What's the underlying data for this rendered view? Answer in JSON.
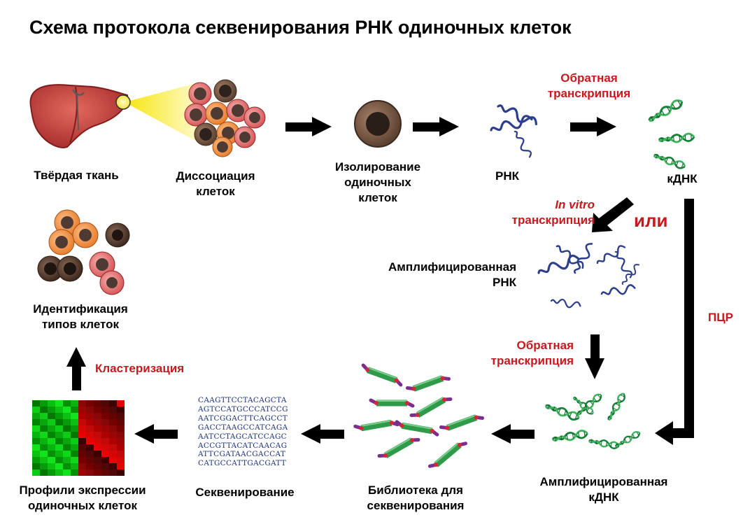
{
  "title": "Схема протокола секвенирования РНК одиночных клеток",
  "steps": {
    "solid_tissue": "Твёрдая ткань",
    "dissociation": [
      "Диссоциация",
      "клеток"
    ],
    "isolation": [
      "Изолирование",
      "одиночных",
      "клеток"
    ],
    "rna": "РНК",
    "cdna": "кДНК",
    "amplified_rna": [
      "Амплифицированная",
      "РНК"
    ],
    "amplified_cdna": [
      "Амплифицированная",
      "кДНК"
    ],
    "library": [
      "Библиотека для",
      "секвенирования"
    ],
    "sequencing": "Секвенирование",
    "profiles": [
      "Профили экспрессии",
      "одиночных клеток"
    ],
    "identification": [
      "Идентификация",
      "типов клеток"
    ]
  },
  "arrow_labels": {
    "reverse_transcription_top": [
      "Обратная",
      "транскрипция"
    ],
    "in_vitro": "In vitro",
    "in_vitro_transcription": "транскрипция",
    "or": "или",
    "pcr": "ПЦР",
    "reverse_transcription_mid": [
      "Обратная",
      "транскрипция"
    ],
    "clustering": "Кластеризация"
  },
  "sequence_lines": [
    "CAAGTTCCTACAGCTA",
    "AGTCCATGCCCATCCG",
    "AATCGGACTTCAGCCT",
    "GACCTAAGCCATCAGA",
    "AATCCTAGCATCCAGC",
    "ACCGTTACATCAACAG",
    "ATTCGATAACGACCAT",
    "CATGCCATTGACGATT"
  ],
  "colors": {
    "accent_red": "#c8181e",
    "arrow": "#000000",
    "rna_blue": "#2c3e8c",
    "dna_green": "#1c8a3a",
    "liver": "#c0393b"
  }
}
